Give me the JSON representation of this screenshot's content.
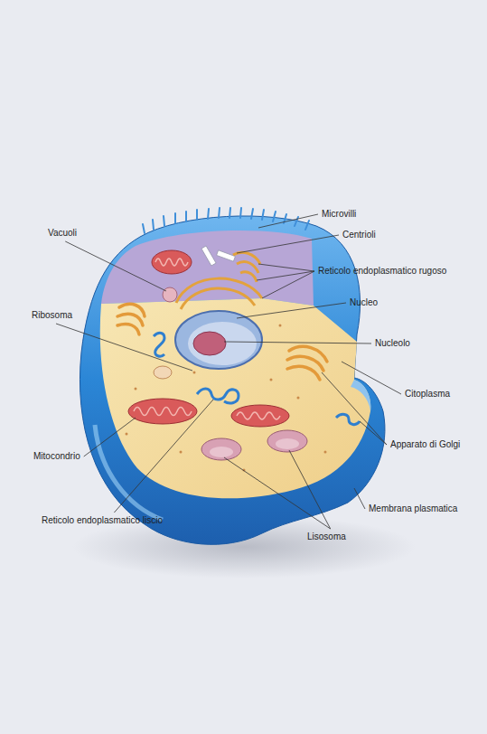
{
  "diagram": {
    "labels": [
      "Microvilli",
      "Vacuoli",
      "Centrioli",
      "Reticolo endoplasmatico rugoso",
      "Nucleo",
      "Ribosoma",
      "Nucleolo",
      "Citoplasma",
      "Apparato di Golgi",
      "Mitocondrio",
      "Membrana plasmatica",
      "Reticolo endoplasmatico liscio",
      "Lisosoma"
    ]
  }
}
